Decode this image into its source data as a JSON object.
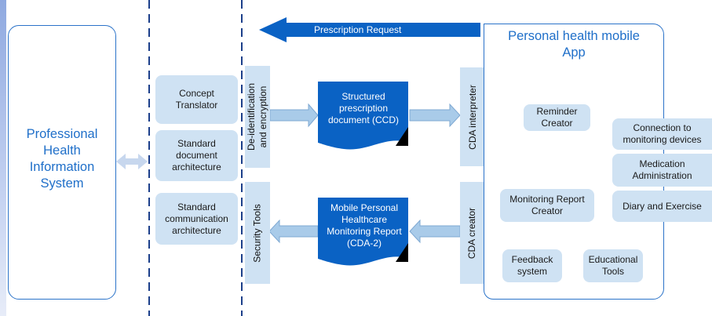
{
  "prescription_request": "Prescription Request",
  "professional": {
    "title_lines": [
      "Professional",
      "Health",
      "Information",
      "System"
    ]
  },
  "middle": {
    "concept_translator": "Concept Translator",
    "standard_document_architecture": "Standard document architecture",
    "standard_communication_architecture": "Standard communication architecture"
  },
  "bars": {
    "deid_line1": "De-identification",
    "deid_line2": "and encryption",
    "security_tools": "Security Tools",
    "cda_interpreter": "CDA interpreter",
    "cda_creator": "CDA creator"
  },
  "documents": {
    "structured": "Structured prescription document (CCD)",
    "monitoring_report": "Mobile Personal Healthcare Monitoring Report (CDA-2)"
  },
  "app": {
    "title_line1": "Personal health mobile",
    "title_line2": "App",
    "reminder_creator": "Reminder Creator",
    "monitoring_report_creator": "Monitoring Report Creator",
    "connection_to_monitoring_devices": "Connection to monitoring devices",
    "medication_administration": "Medication Administration",
    "diary_and_exercise": "Diary and Exercise",
    "feedback_system": "Feedback system",
    "educational_tools": "Educational Tools"
  },
  "colors": {
    "accent_blue": "#1f6fc9",
    "dark_blue": "#0a62c4",
    "light_blue_box": "#cfe2f3",
    "arrow_fill": "#a9cbe9",
    "dashed_line": "#1c3f8a"
  }
}
